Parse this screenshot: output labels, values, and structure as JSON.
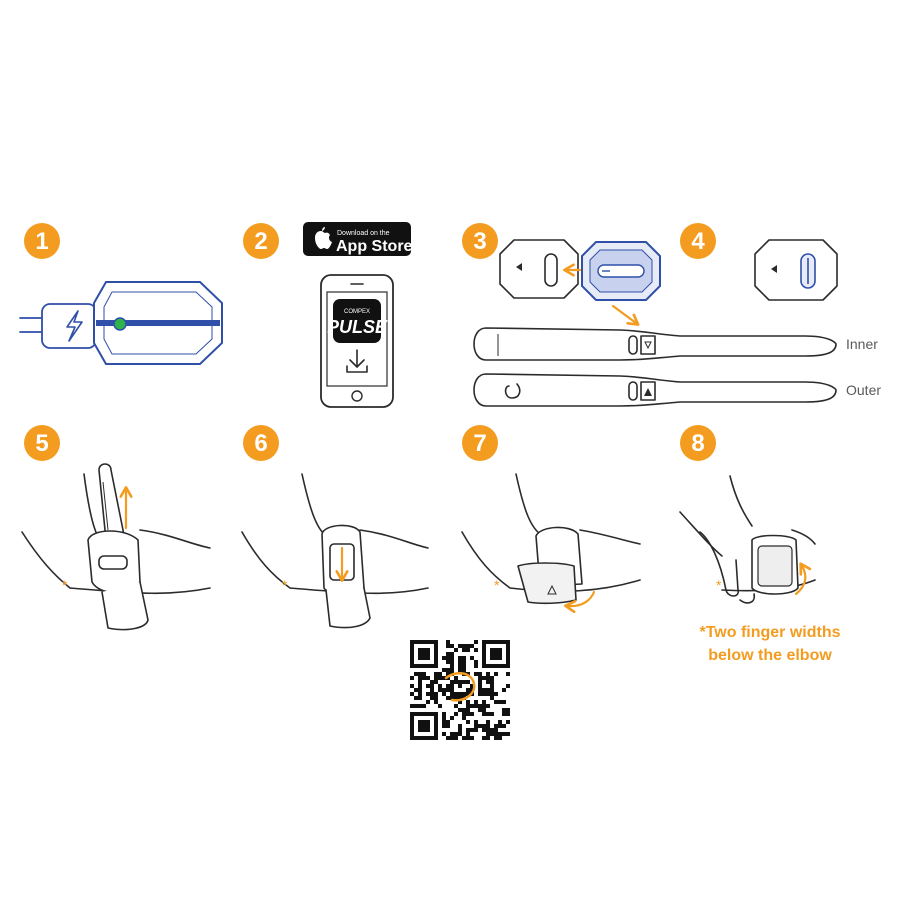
{
  "steps": [
    {
      "number": "1"
    },
    {
      "number": "2"
    },
    {
      "number": "3"
    },
    {
      "number": "4"
    },
    {
      "number": "5"
    },
    {
      "number": "6"
    },
    {
      "number": "7"
    },
    {
      "number": "8"
    }
  ],
  "app_store_badge": {
    "small_text": "Download on the",
    "large_text": "App Store"
  },
  "app_screen": {
    "brand_small": "COMPEX",
    "brand_large": "PULSE"
  },
  "band_labels": {
    "inner": "Inner",
    "outer": "Outer"
  },
  "note": {
    "line1": "*Two finger widths",
    "line2": "below the elbow"
  },
  "colors": {
    "accent_orange": "#f39c1f",
    "device_blue": "#2f4fa8",
    "line_dark": "#2b2b2b",
    "led_green": "#2db34a"
  },
  "icons": [
    "lightning-icon",
    "apple-icon",
    "download-icon",
    "qr-code-icon",
    "elbow-asterisk-icon"
  ]
}
